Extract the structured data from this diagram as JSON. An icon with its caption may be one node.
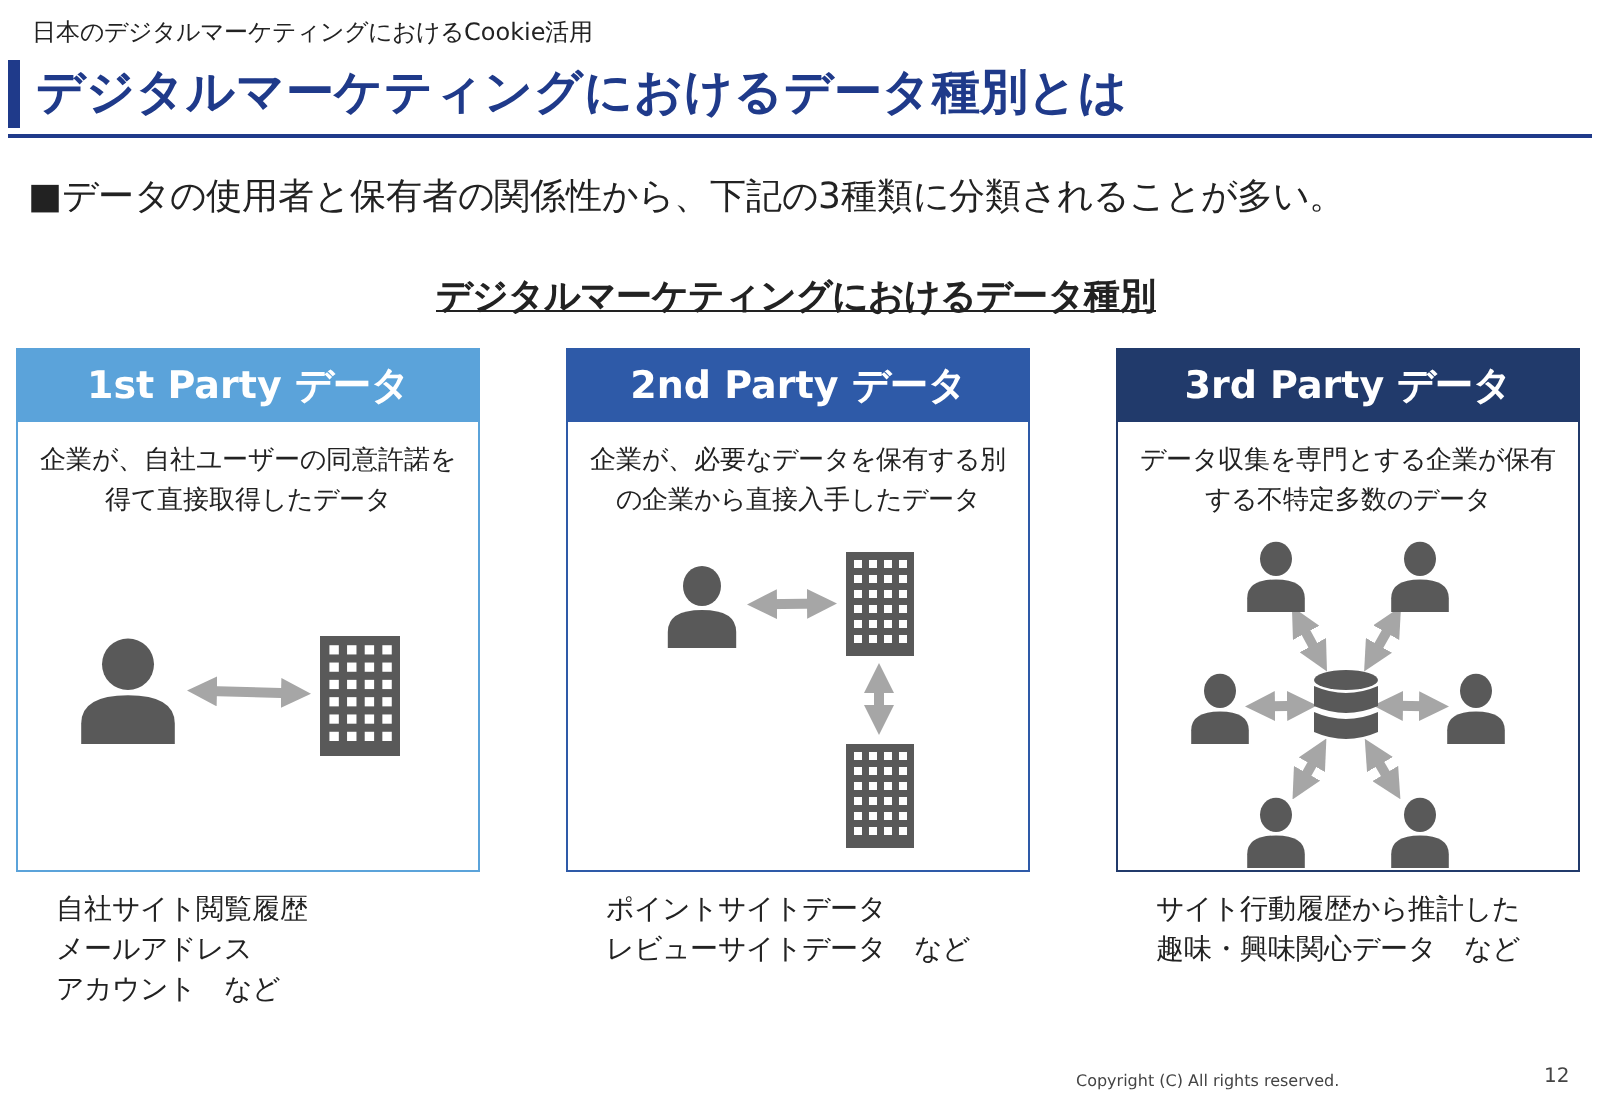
{
  "diagram": {
    "title": "デジタルマーケティングにおけるデータ種別とは",
    "nodes": [
      {
        "text": [
          "1st Party データ",
          "企業が、自社ユーザーの同意許諾を得て直接取得したデータ"
        ],
        "beside": [
          "自社サイト閲覧履歴",
          "メールアドレス",
          "アカウント　など"
        ]
      },
      {
        "text": [],
        "shape": "person",
        "in": 0
      },
      {
        "text": [],
        "shape": "building",
        "in": 0
      },
      {
        "text": [
          "2nd Party データ",
          "企業が、必要なデータを保有する別の企業から直接入手したデータ"
        ],
        "beside": [
          "ポイントサイトデータ",
          "レビューサイトデータ　など"
        ]
      },
      {
        "text": [],
        "shape": "person",
        "in": 3
      },
      {
        "text": [],
        "shape": "building",
        "in": 3
      },
      {
        "text": [],
        "shape": "building",
        "in": 3
      },
      {
        "text": [
          "3rd Party データ",
          "データ収集を専門とする企業が保有する不特定多数のデータ"
        ],
        "beside": [
          "サイト行動履歴から推計した",
          "趣味・興味関心データ　など"
        ]
      },
      {
        "text": [],
        "shape": "person",
        "in": 7
      },
      {
        "text": [],
        "shape": "person",
        "in": 7
      },
      {
        "text": [],
        "shape": "person",
        "in": 7
      },
      {
        "text": [],
        "shape": "cylinder",
        "in": 7
      },
      {
        "text": [],
        "shape": "person",
        "in": 7
      },
      {
        "text": [],
        "shape": "person",
        "in": 7
      },
      {
        "text": [],
        "shape": "person",
        "in": 7
      }
    ],
    "edges": [
      {
        "from": 1,
        "to": 2,
        "arrow": "both"
      },
      {
        "from": 4,
        "to": 5,
        "arrow": "both"
      },
      {
        "from": 5,
        "to": 6,
        "arrow": "both"
      },
      {
        "from": 11,
        "to": 8,
        "arrow": "both"
      },
      {
        "from": 11,
        "to": 9,
        "arrow": "both"
      },
      {
        "from": 11,
        "to": 10,
        "arrow": "both"
      },
      {
        "from": 11,
        "to": 12,
        "arrow": "both"
      },
      {
        "from": 11,
        "to": 13,
        "arrow": "both"
      },
      {
        "from": 11,
        "to": 14,
        "arrow": "both"
      }
    ],
    "labels": [
      "日本のデジタルマーケティングにおけるCookie活用",
      "■データの使用者と保有者の関係性から、下記の3種類に分類されることが多い。",
      "デジタルマーケティングにおけるデータ種別",
      "Copyright (C) All rights reserved.",
      "12"
    ]
  }
}
